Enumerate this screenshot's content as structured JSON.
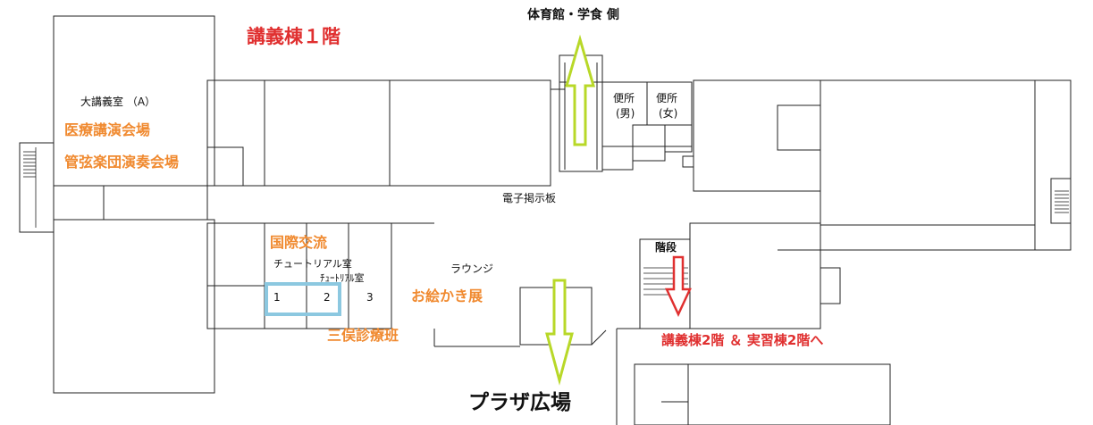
{
  "title": "講義棟１階",
  "direction_top": "体育館・学食 側",
  "direction_bottom": "プラザ広場",
  "rooms": {
    "large_hall": "大講義室 （A）",
    "tutorial_1_2": "チュートリアル室",
    "tutorial_3": "ﾁｭｰﾄﾘｱﾙ室",
    "num_1": "1",
    "num_2": "2",
    "num_3": "3",
    "lounge": "ラウンジ",
    "toilet_male_1": "便所",
    "toilet_male_2": "(男)",
    "toilet_female_1": "便所",
    "toilet_female_2": "(女)",
    "stairs": "階段",
    "bulletin": "電子掲示板"
  },
  "events": {
    "medical_lecture": "医療講演会場",
    "orchestra": "管弦楽団演奏会場",
    "international": "国際交流",
    "drawing": "お絵かき展",
    "mitsumata": "三俣診療班"
  },
  "upstairs_note": "講義棟2階 ＆ 実習棟2階へ",
  "colors": {
    "title_red": "#e03030",
    "event_orange": "#f08a30",
    "arrow_green": "#b8d828",
    "arrow_red": "#e03030",
    "highlight_blue": "#8cc8e0"
  }
}
